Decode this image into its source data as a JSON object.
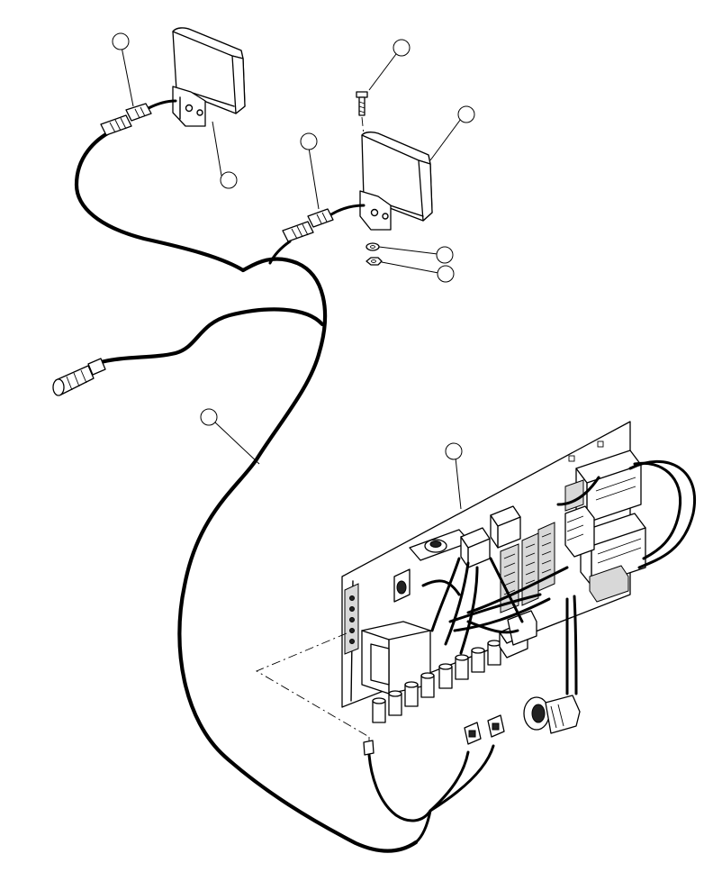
{
  "diagram": {
    "callout_labels": [
      "",
      "",
      "",
      "",
      "",
      "",
      "",
      "",
      "",
      ""
    ],
    "icons": [
      "work-lamp",
      "harness-connector",
      "circular-plug",
      "relay-board",
      "bolt",
      "washer",
      "nut"
    ]
  }
}
